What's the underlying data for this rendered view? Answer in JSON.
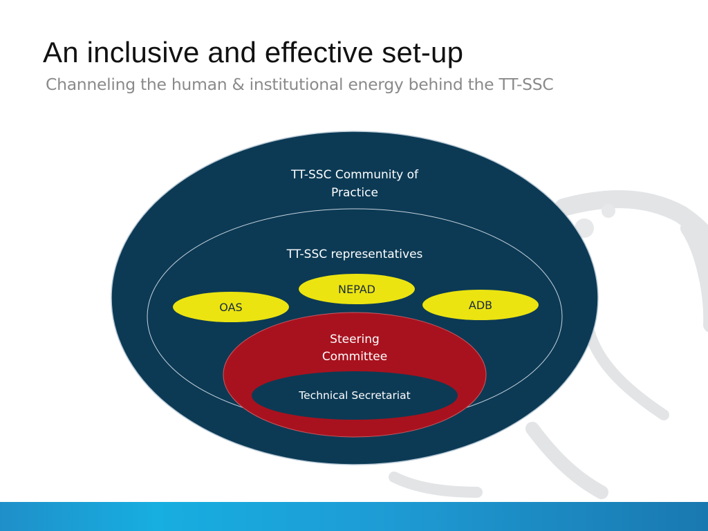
{
  "slide": {
    "title": "An inclusive and effective set-up",
    "subtitle": "Channeling the human & institutional energy behind the TT-SSC"
  },
  "diagram": {
    "outer_circle": {
      "line1": "TT-SSC Community of",
      "line2": "Practice"
    },
    "inner_ring": {
      "label": "TT-SSC representatives"
    },
    "partners": [
      {
        "label": "OAS"
      },
      {
        "label": "NEPAD"
      },
      {
        "label": "ADB"
      }
    ],
    "steering_committee": {
      "line1": "Steering",
      "line2": "Committee"
    },
    "technical_secretariat": {
      "label": "Technical Secretariat"
    }
  },
  "colors": {
    "navy": "#0c3a55",
    "red": "#a8121e",
    "yellow": "#ebe411",
    "footer_blue": "#1e9bd4"
  }
}
